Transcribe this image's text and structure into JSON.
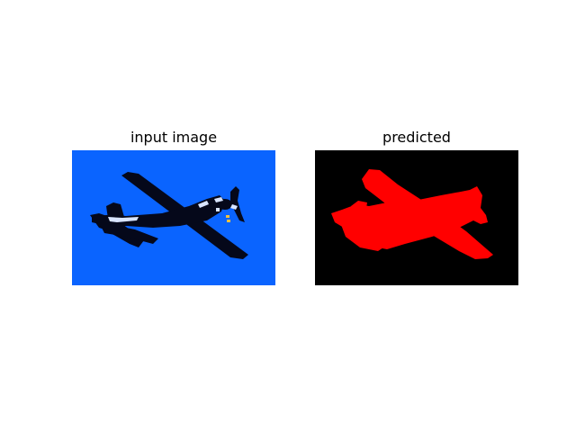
{
  "panels": [
    {
      "title": "input image",
      "background": "#0a64ff",
      "subject": "airplane-silhouette"
    },
    {
      "title": "predicted",
      "background": "#000000",
      "mask_color": "#ff0000",
      "subject": "airplane-segmentation-mask"
    }
  ]
}
